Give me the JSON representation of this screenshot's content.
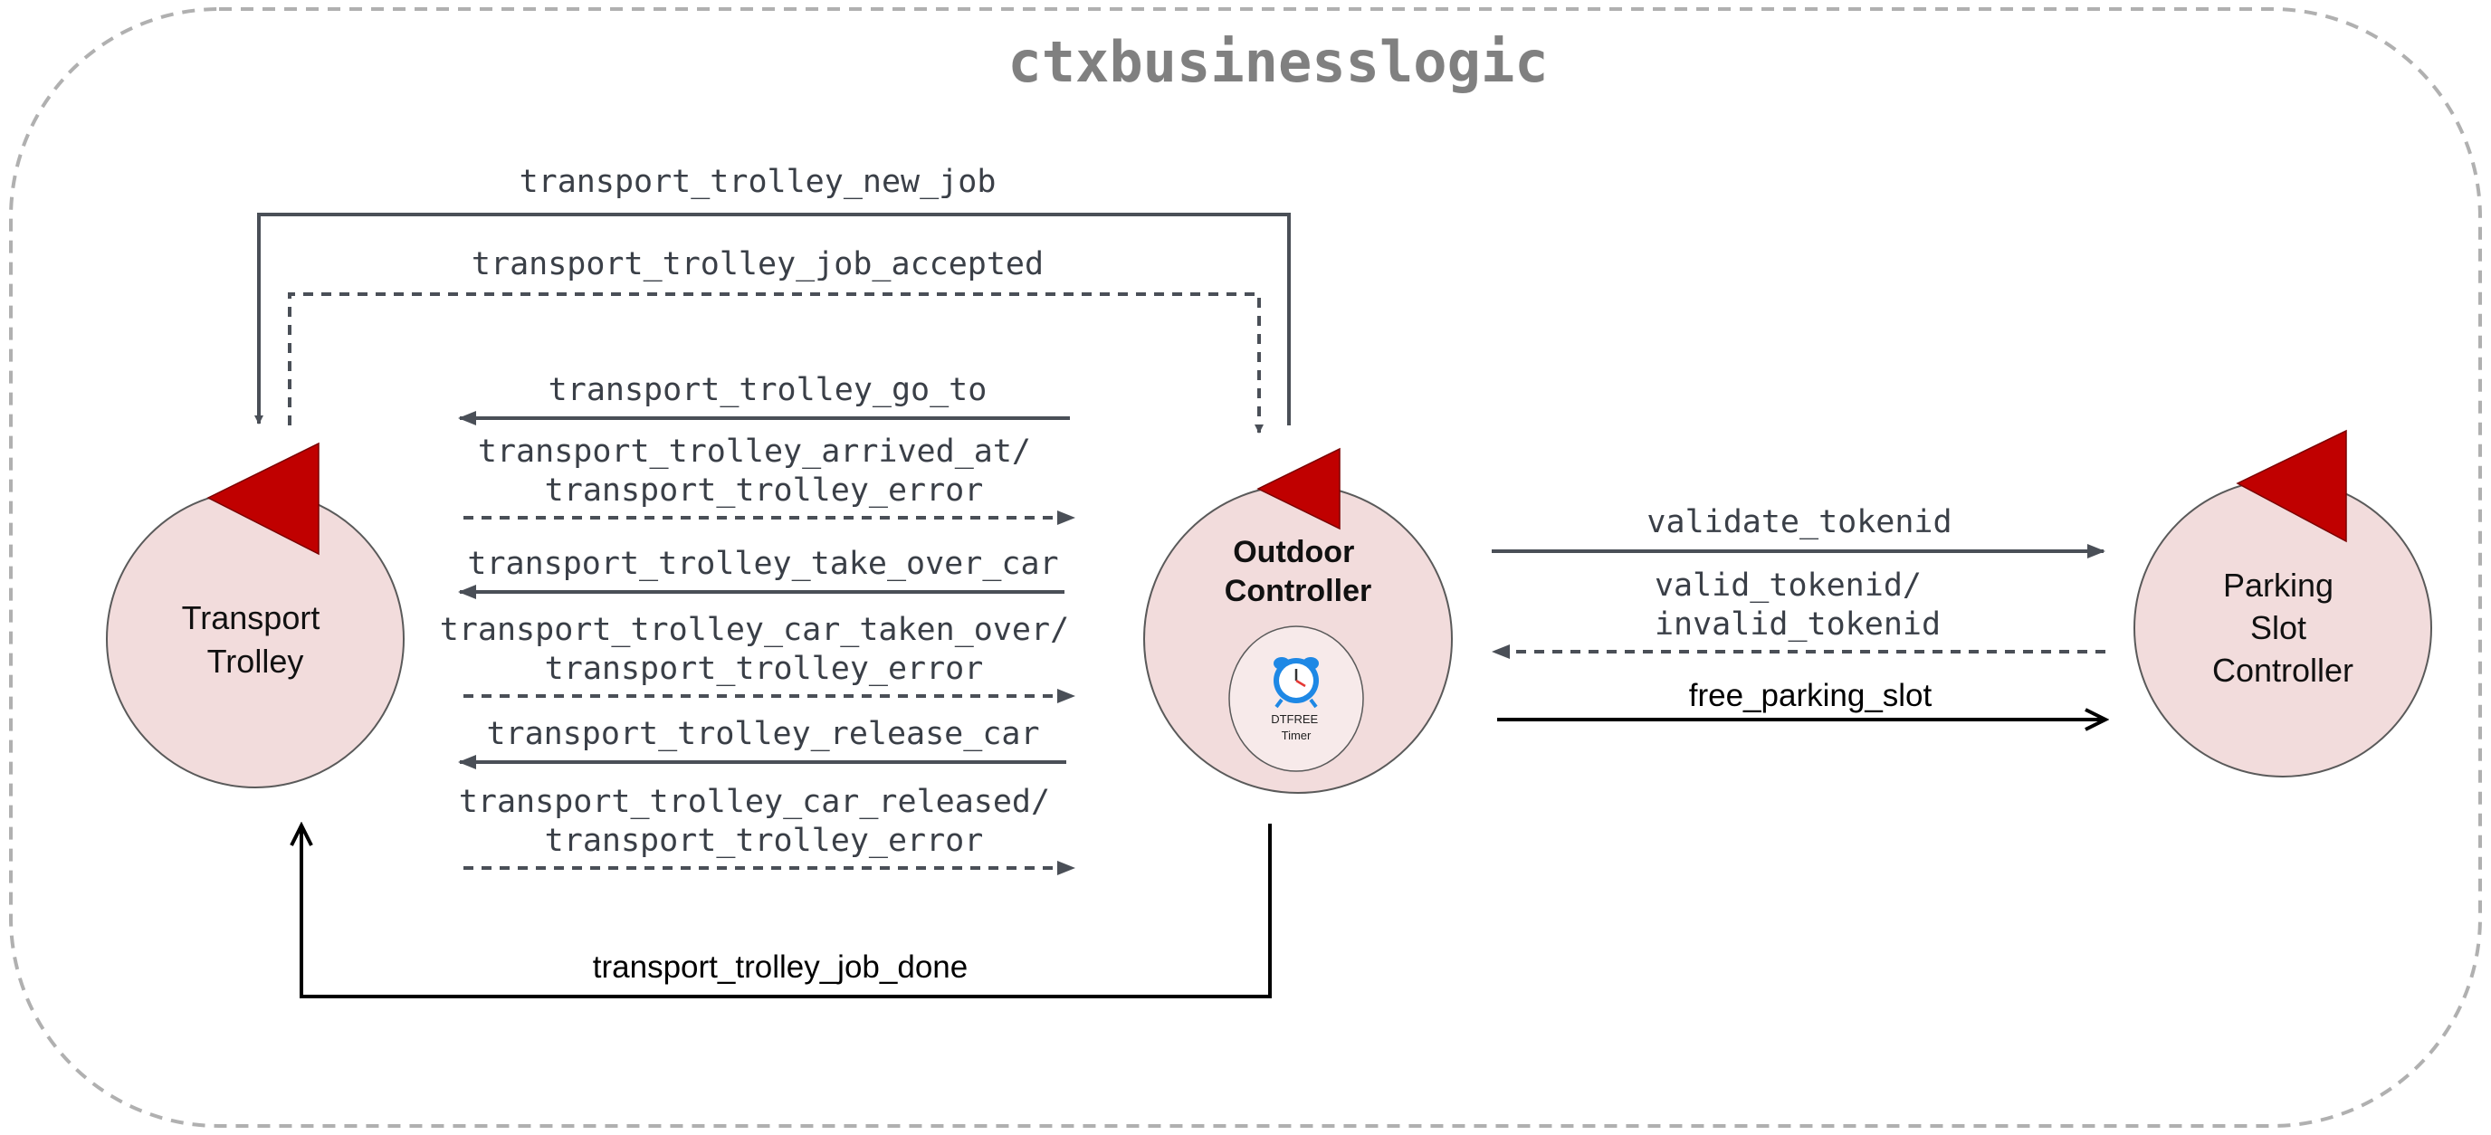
{
  "context": {
    "title": "ctxbusinesslogic"
  },
  "colors": {
    "node_fill": "#f2dcdc",
    "flag": "#c00000",
    "arrow": "#4a4f57",
    "boundary": "#b0b0b0",
    "title": "#808080"
  },
  "nodes": {
    "transport_trolley": {
      "lines": [
        "Transport",
        "Trolley"
      ]
    },
    "outdoor_controller": {
      "lines": [
        "Outdoor",
        "Controller"
      ],
      "timer": {
        "icon": "alarm-clock-icon",
        "lines": [
          "DTFREE",
          "Timer"
        ]
      }
    },
    "parking_slot_controller": {
      "lines": [
        "Parking",
        "Slot",
        "Controller"
      ]
    }
  },
  "messages": {
    "new_job": "transport_trolley_new_job",
    "job_accepted": "transport_trolley_job_accepted",
    "go_to": "transport_trolley_go_to",
    "arrived_at": [
      "transport_trolley_arrived_at/",
      "transport_trolley_error"
    ],
    "take_over_car": "transport_trolley_take_over_car",
    "car_taken_over": [
      "transport_trolley_car_taken_over/",
      "transport_trolley_error"
    ],
    "release_car": "transport_trolley_release_car",
    "car_released": [
      "transport_trolley_car_released/",
      "transport_trolley_error"
    ],
    "job_done": "transport_trolley_job_done",
    "validate_tokenid": "validate_tokenid",
    "valid_tokenid": [
      "valid_tokenid/",
      "invalid_tokenid"
    ],
    "free_parking_slot": "free_parking_slot"
  }
}
